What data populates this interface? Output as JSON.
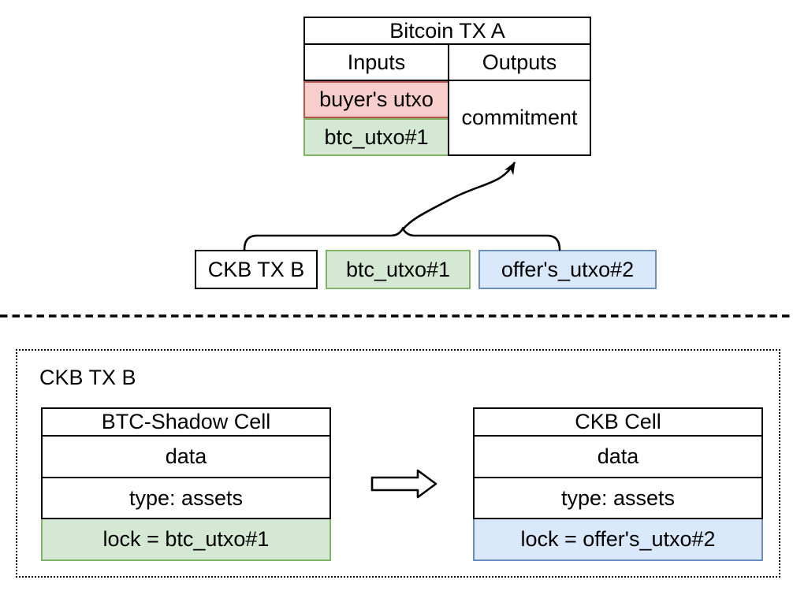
{
  "bitcoin_tx_table": {
    "title": "Bitcoin TX A",
    "inputs_header": "Inputs",
    "outputs_header": "Outputs",
    "inputs": [
      "buyer's utxo",
      "btc_utxo#1"
    ],
    "output_value": "commitment"
  },
  "middle_row": {
    "tx_box_label": "CKB TX B",
    "green_utxo_label": "btc_utxo#1",
    "blue_utxo_label": "offer's_utxo#2"
  },
  "ckb_tx_section": {
    "section_label": "CKB TX B",
    "shadow_cell": {
      "title": "BTC-Shadow Cell",
      "data_row": "data",
      "type_row": "type: assets",
      "lock_row": "lock = btc_utxo#1"
    },
    "ckb_cell": {
      "title": "CKB Cell",
      "data_row": "data",
      "type_row": "type: assets",
      "lock_row": "lock = offer's_utxo#2"
    }
  },
  "icons": {
    "curved_arrow": "curved-connector-arrow-up",
    "brace": "horizontal-curly-brace",
    "hollow_arrow": "hollow-right-arrow",
    "divider": "dashed-horizontal-divider"
  },
  "colors": {
    "red_fill": "#f8cecc",
    "red_stroke": "#b85450",
    "green_fill": "#d5e8d4",
    "green_stroke": "#82b366",
    "blue_fill": "#dae8fc",
    "blue_stroke": "#6c8ebf",
    "line": "#000000",
    "background": "#ffffff"
  }
}
